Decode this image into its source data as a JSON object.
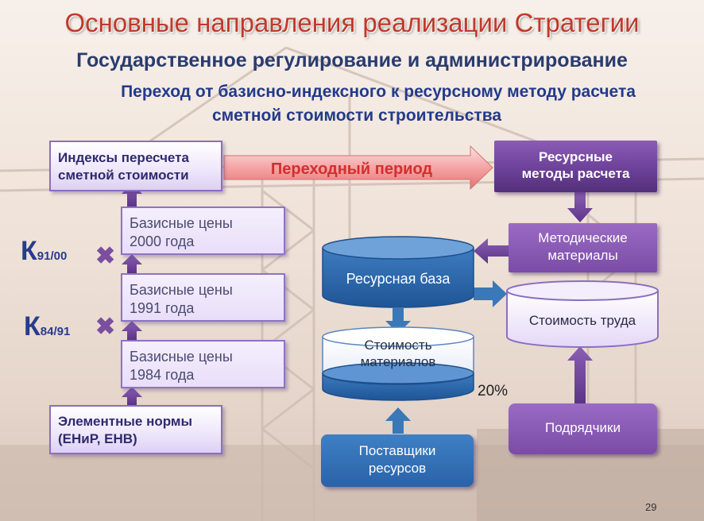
{
  "slide": {
    "title": "Основные направления реализации Стратегии",
    "subtitle": "Государственное регулирование и администрирование",
    "heading_line1": "Переход от базисно-индексного к ресурсному методу расчета",
    "heading_line2": "сметной стоимости строительства",
    "page_number": "29"
  },
  "left": {
    "indices_box": [
      "Индексы пересчета",
      "сметной стоимости"
    ],
    "prices_2000": [
      "Базисные цены",
      "2000 года"
    ],
    "prices_1991": [
      "Базисные цены",
      "1991 года"
    ],
    "prices_1984": [
      "Базисные цены",
      "1984 года"
    ],
    "norms_box": [
      "Элементные нормы",
      "(ЕНиР, ЕНВ)"
    ],
    "k1_letter": "К",
    "k1_sub": "91/00",
    "k2_letter": "К",
    "k2_sub": "84/91",
    "cross_symbol": "✖"
  },
  "arrow": {
    "transition_label": "Переходный период"
  },
  "right": {
    "resource_methods": [
      "Ресурсные",
      "методы расчета"
    ],
    "methodical": [
      "Методические",
      "материалы"
    ],
    "labor_cost": "Стоимость труда",
    "contractors": "Подрядчики"
  },
  "center": {
    "resource_base": "Ресурсная база",
    "materials_cost": [
      "Стоимость",
      "материалов"
    ],
    "percent": "20%",
    "suppliers": [
      "Поставщики",
      "ресурсов"
    ]
  },
  "colors": {
    "title": "#c0392b",
    "blue_cylinder": "#2e6db0",
    "purple_dark": "#6b3f95",
    "arrow_red": "#e87979"
  }
}
